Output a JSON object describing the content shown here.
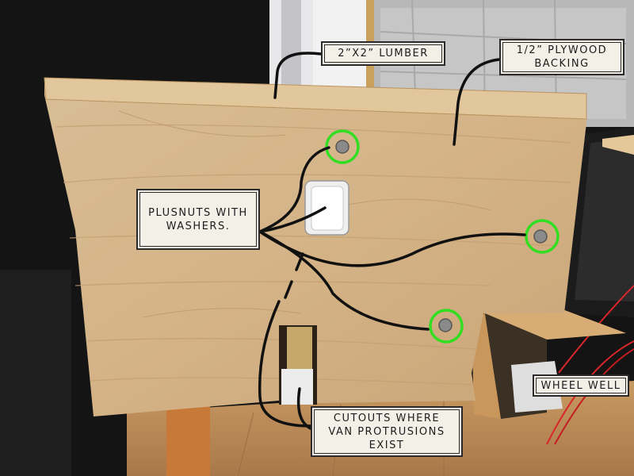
{
  "annotations": {
    "lumber": "2”X2” LUMBER",
    "plywood": "1/2” PLYWOOD\nBACKING",
    "plusnuts": "PLUSNUTS WITH\nWASHERS.",
    "wheel_well": "WHEEL WELL",
    "cutouts": "CUTOUTS WHERE\nVAN PROTRUSIONS\nEXIST"
  },
  "colors": {
    "highlight_circle": "#33dd22",
    "leader_line": "#111111",
    "callout_background": "#f3f0e8",
    "plywood": "#d8b98f"
  }
}
